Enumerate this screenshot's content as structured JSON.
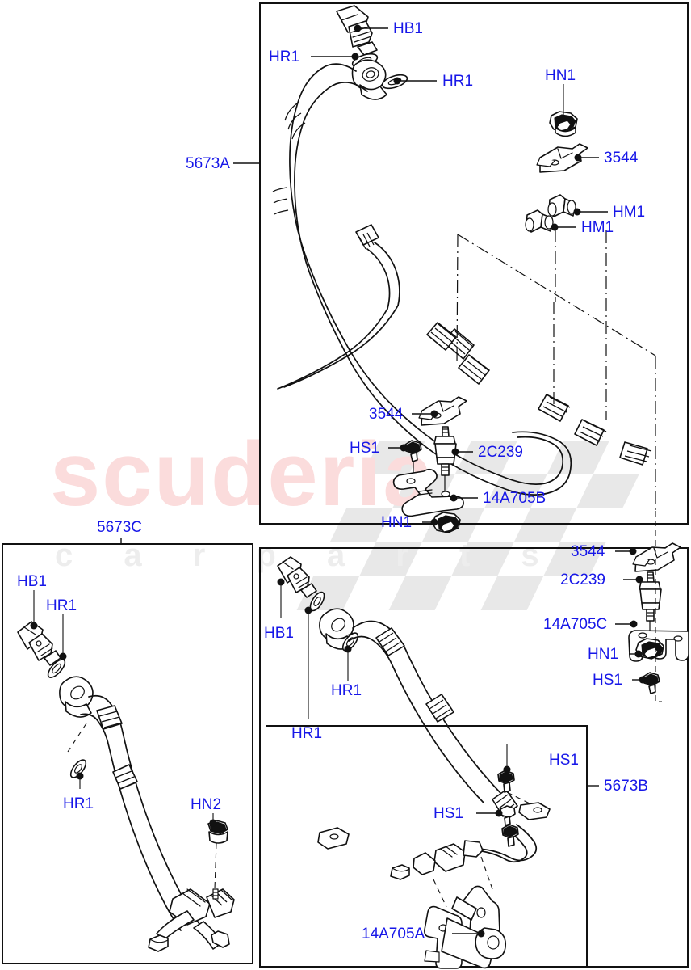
{
  "diagram": {
    "title": "Power steering hoses exploded parts diagram",
    "label_color": "#1717e8",
    "watermark": {
      "brand": "scuderia",
      "tagline": "c a r   p a r t s",
      "brand_color": "#fbdcdc",
      "tagline_color": "#ededed"
    },
    "panels": [
      {
        "id": "main",
        "label": "5673A"
      },
      {
        "id": "bottom_left",
        "label": "5673C"
      },
      {
        "id": "bottom_right",
        "label": "5673B"
      }
    ]
  },
  "labels": {
    "main_panel": {
      "assembly": "5673A",
      "callouts": [
        {
          "id": "m1",
          "text": "HB1"
        },
        {
          "id": "m2",
          "text": "HR1"
        },
        {
          "id": "m3",
          "text": "HR1"
        },
        {
          "id": "m4",
          "text": "HN1"
        },
        {
          "id": "m5",
          "text": "3544"
        },
        {
          "id": "m6",
          "text": "HM1"
        },
        {
          "id": "m7",
          "text": "HM1"
        },
        {
          "id": "m8",
          "text": "3544"
        },
        {
          "id": "m9",
          "text": "HS1"
        },
        {
          "id": "m10",
          "text": "2C239"
        },
        {
          "id": "m11",
          "text": "14A705B"
        },
        {
          "id": "m12",
          "text": "HN1"
        },
        {
          "id": "m13",
          "text": "3544"
        },
        {
          "id": "m14",
          "text": "2C239"
        },
        {
          "id": "m15",
          "text": "14A705C"
        },
        {
          "id": "m16",
          "text": "HN1"
        },
        {
          "id": "m17",
          "text": "HS1"
        }
      ]
    },
    "bottom_left_panel": {
      "assembly": "5673C",
      "callouts": [
        {
          "id": "l1",
          "text": "HB1"
        },
        {
          "id": "l2",
          "text": "HR1"
        },
        {
          "id": "l3",
          "text": "HR1"
        },
        {
          "id": "l4",
          "text": "HN2"
        }
      ]
    },
    "bottom_right_panel": {
      "assembly": "5673B",
      "callouts": [
        {
          "id": "r1",
          "text": "HB1"
        },
        {
          "id": "r2",
          "text": "HR1"
        },
        {
          "id": "r3",
          "text": "HR1"
        },
        {
          "id": "r4",
          "text": "HS1"
        },
        {
          "id": "r5",
          "text": "HS1"
        },
        {
          "id": "r6",
          "text": "14A705A"
        }
      ]
    }
  }
}
